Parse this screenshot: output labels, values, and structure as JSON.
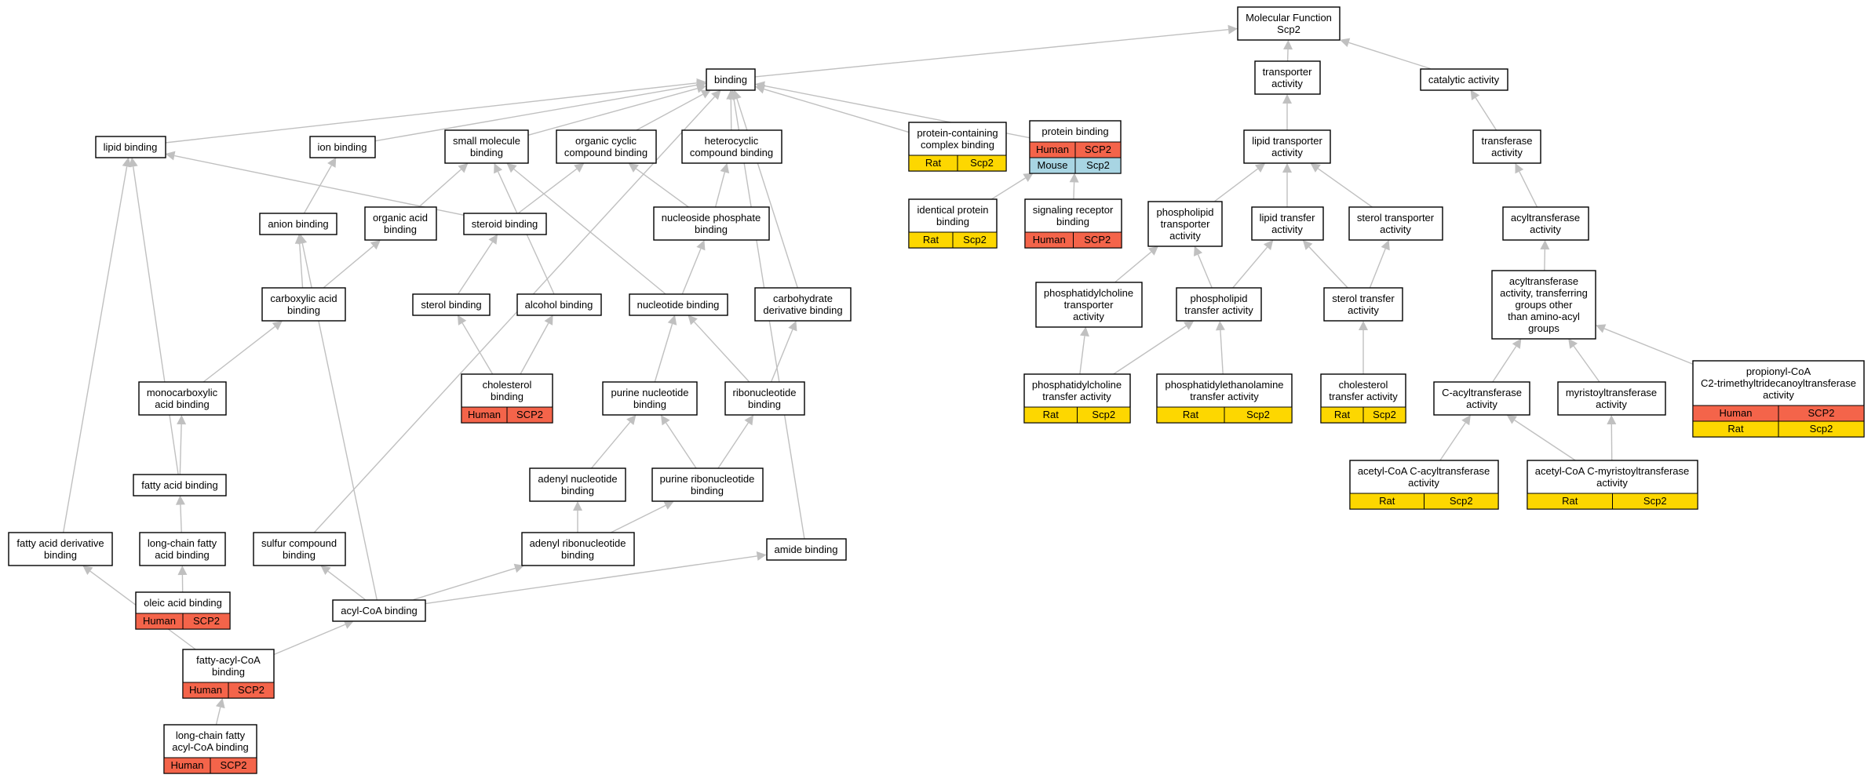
{
  "colors": {
    "Human": "#f4644a",
    "Rat": "#fdd700",
    "Mouse": "#a8d5e3",
    "edge": "#c0c0c0"
  },
  "nodes": {
    "mf": {
      "lines": [
        "Molecular Function",
        "Scp2"
      ]
    },
    "binding": {
      "lines": [
        "binding"
      ]
    },
    "transporter": {
      "lines": [
        "transporter",
        "activity"
      ]
    },
    "catalytic": {
      "lines": [
        "catalytic activity"
      ]
    },
    "lipid_binding": {
      "lines": [
        "lipid binding"
      ]
    },
    "ion_binding": {
      "lines": [
        "ion binding"
      ]
    },
    "small_mol": {
      "lines": [
        "small molecule",
        "binding"
      ]
    },
    "org_cyclic": {
      "lines": [
        "organic cyclic",
        "compound binding"
      ]
    },
    "hetero": {
      "lines": [
        "heterocyclic",
        "compound binding"
      ]
    },
    "prot_complex": {
      "lines": [
        "protein-containing",
        "complex binding"
      ],
      "rows": [
        [
          {
            "species": "Rat",
            "gene": "Scp2"
          }
        ]
      ]
    },
    "prot_binding": {
      "lines": [
        "protein binding"
      ],
      "rows": [
        [
          {
            "species": "Human",
            "gene": "SCP2"
          }
        ],
        [
          {
            "species": "Mouse",
            "gene": "Scp2"
          }
        ]
      ]
    },
    "lipid_transporter": {
      "lines": [
        "lipid transporter",
        "activity"
      ]
    },
    "transferase": {
      "lines": [
        "transferase",
        "activity"
      ]
    },
    "anion_binding": {
      "lines": [
        "anion binding"
      ]
    },
    "org_acid": {
      "lines": [
        "organic acid",
        "binding"
      ]
    },
    "steroid_binding": {
      "lines": [
        "steroid binding"
      ]
    },
    "nucleoside_phos": {
      "lines": [
        "nucleoside phosphate",
        "binding"
      ]
    },
    "identical_prot": {
      "lines": [
        "identical protein",
        "binding"
      ],
      "rows": [
        [
          {
            "species": "Rat",
            "gene": "Scp2"
          }
        ]
      ]
    },
    "signaling": {
      "lines": [
        "signaling receptor",
        "binding"
      ],
      "rows": [
        [
          {
            "species": "Human",
            "gene": "SCP2"
          }
        ]
      ]
    },
    "phospholipid_tr": {
      "lines": [
        "phospholipid",
        "transporter",
        "activity"
      ]
    },
    "lipid_transfer": {
      "lines": [
        "lipid transfer",
        "activity"
      ]
    },
    "sterol_transporter": {
      "lines": [
        "sterol transporter",
        "activity"
      ]
    },
    "acyltransferase": {
      "lines": [
        "acyltransferase",
        "activity"
      ]
    },
    "carboxylic": {
      "lines": [
        "carboxylic acid",
        "binding"
      ]
    },
    "sterol_binding": {
      "lines": [
        "sterol binding"
      ]
    },
    "alcohol_binding": {
      "lines": [
        "alcohol binding"
      ]
    },
    "nucleotide_binding": {
      "lines": [
        "nucleotide binding"
      ]
    },
    "carbohydrate": {
      "lines": [
        "carbohydrate",
        "derivative binding"
      ]
    },
    "pc_transporter": {
      "lines": [
        "phosphatidylcholine",
        "transporter",
        "activity"
      ]
    },
    "phospholipid_transfer": {
      "lines": [
        "phospholipid",
        "transfer activity"
      ]
    },
    "sterol_transfer": {
      "lines": [
        "sterol transfer",
        "activity"
      ]
    },
    "acyl_other": {
      "lines": [
        "acyltransferase",
        "activity, transferring",
        "groups other",
        "than amino-acyl",
        "groups"
      ]
    },
    "monocarboxylic": {
      "lines": [
        "monocarboxylic",
        "acid binding"
      ]
    },
    "cholesterol_binding": {
      "lines": [
        "cholesterol",
        "binding"
      ],
      "rows": [
        [
          {
            "species": "Human",
            "gene": "SCP2"
          }
        ]
      ]
    },
    "purine_nuc": {
      "lines": [
        "purine nucleotide",
        "binding"
      ]
    },
    "ribonucleotide": {
      "lines": [
        "ribonucleotide",
        "binding"
      ]
    },
    "pc_transfer": {
      "lines": [
        "phosphatidylcholine",
        "transfer activity"
      ],
      "rows": [
        [
          {
            "species": "Rat",
            "gene": "Scp2"
          }
        ]
      ]
    },
    "pe_transfer": {
      "lines": [
        "phosphatidylethanolamine",
        "transfer activity"
      ],
      "rows": [
        [
          {
            "species": "Rat",
            "gene": "Scp2"
          }
        ]
      ]
    },
    "cholesterol_transfer": {
      "lines": [
        "cholesterol",
        "transfer activity"
      ],
      "rows": [
        [
          {
            "species": "Rat",
            "gene": "Scp2"
          }
        ]
      ]
    },
    "c_acyl": {
      "lines": [
        "C-acyltransferase",
        "activity"
      ]
    },
    "myristoyl": {
      "lines": [
        "myristoyltransferase",
        "activity"
      ]
    },
    "propionyl": {
      "lines": [
        "propionyl-CoA",
        "C2-trimethyltridecanoyltransferase",
        "activity"
      ],
      "rows": [
        [
          {
            "species": "Human",
            "gene": "SCP2"
          }
        ],
        [
          {
            "species": "Rat",
            "gene": "Scp2"
          }
        ]
      ]
    },
    "fatty_acid_binding": {
      "lines": [
        "fatty acid binding"
      ]
    },
    "adenyl_nuc": {
      "lines": [
        "adenyl nucleotide",
        "binding"
      ]
    },
    "purine_ribo": {
      "lines": [
        "purine ribonucleotide",
        "binding"
      ]
    },
    "acetyl_c_acyl": {
      "lines": [
        "acetyl-CoA C-acyltransferase",
        "activity"
      ],
      "rows": [
        [
          {
            "species": "Rat",
            "gene": "Scp2"
          }
        ]
      ]
    },
    "acetyl_c_myr": {
      "lines": [
        "acetyl-CoA C-myristoyltransferase",
        "activity"
      ],
      "rows": [
        [
          {
            "species": "Rat",
            "gene": "Scp2"
          }
        ]
      ]
    },
    "fa_derivative": {
      "lines": [
        "fatty acid derivative",
        "binding"
      ]
    },
    "long_chain_fa": {
      "lines": [
        "long-chain fatty",
        "acid binding"
      ]
    },
    "sulfur": {
      "lines": [
        "sulfur compound",
        "binding"
      ]
    },
    "adenyl_ribo": {
      "lines": [
        "adenyl ribonucleotide",
        "binding"
      ]
    },
    "amide": {
      "lines": [
        "amide binding"
      ]
    },
    "oleic": {
      "lines": [
        "oleic acid binding"
      ],
      "rows": [
        [
          {
            "species": "Human",
            "gene": "SCP2"
          }
        ]
      ]
    },
    "acyl_coa": {
      "lines": [
        "acyl-CoA binding"
      ]
    },
    "fatty_acyl_coa": {
      "lines": [
        "fatty-acyl-CoA",
        "binding"
      ],
      "rows": [
        [
          {
            "species": "Human",
            "gene": "SCP2"
          }
        ]
      ]
    },
    "long_chain_acyl_coa": {
      "lines": [
        "long-chain fatty",
        "acyl-CoA binding"
      ],
      "rows": [
        [
          {
            "species": "Human",
            "gene": "SCP2"
          }
        ]
      ]
    }
  },
  "edges": [
    [
      "binding",
      "mf"
    ],
    [
      "transporter",
      "mf"
    ],
    [
      "catalytic",
      "mf"
    ],
    [
      "lipid_binding",
      "binding"
    ],
    [
      "ion_binding",
      "binding"
    ],
    [
      "small_mol",
      "binding"
    ],
    [
      "org_cyclic",
      "binding"
    ],
    [
      "hetero",
      "binding"
    ],
    [
      "prot_complex",
      "binding"
    ],
    [
      "prot_binding",
      "binding"
    ],
    [
      "carbohydrate",
      "binding"
    ],
    [
      "sulfur",
      "binding"
    ],
    [
      "amide",
      "binding"
    ],
    [
      "lipid_transporter",
      "transporter"
    ],
    [
      "transferase",
      "catalytic"
    ],
    [
      "anion_binding",
      "ion_binding"
    ],
    [
      "org_acid",
      "small_mol"
    ],
    [
      "steroid_binding",
      "lipid_binding"
    ],
    [
      "steroid_binding",
      "org_cyclic"
    ],
    [
      "nucleoside_phos",
      "org_cyclic"
    ],
    [
      "nucleoside_phos",
      "hetero"
    ],
    [
      "identical_prot",
      "prot_binding"
    ],
    [
      "signaling",
      "prot_binding"
    ],
    [
      "phospholipid_tr",
      "lipid_transporter"
    ],
    [
      "lipid_transfer",
      "lipid_transporter"
    ],
    [
      "sterol_transporter",
      "lipid_transporter"
    ],
    [
      "acyltransferase",
      "transferase"
    ],
    [
      "carboxylic",
      "anion_binding"
    ],
    [
      "carboxylic",
      "org_acid"
    ],
    [
      "sterol_binding",
      "steroid_binding"
    ],
    [
      "alcohol_binding",
      "small_mol"
    ],
    [
      "nucleotide_binding",
      "small_mol"
    ],
    [
      "nucleotide_binding",
      "nucleoside_phos"
    ],
    [
      "pc_transporter",
      "phospholipid_tr"
    ],
    [
      "phospholipid_transfer",
      "phospholipid_tr"
    ],
    [
      "phospholipid_transfer",
      "lipid_transfer"
    ],
    [
      "sterol_transfer",
      "lipid_transfer"
    ],
    [
      "sterol_transfer",
      "sterol_transporter"
    ],
    [
      "acyl_other",
      "acyltransferase"
    ],
    [
      "monocarboxylic",
      "carboxylic"
    ],
    [
      "cholesterol_binding",
      "sterol_binding"
    ],
    [
      "cholesterol_binding",
      "alcohol_binding"
    ],
    [
      "purine_nuc",
      "nucleotide_binding"
    ],
    [
      "ribonucleotide",
      "nucleotide_binding"
    ],
    [
      "ribonucleotide",
      "carbohydrate"
    ],
    [
      "pc_transfer",
      "pc_transporter"
    ],
    [
      "pc_transfer",
      "phospholipid_transfer"
    ],
    [
      "pe_transfer",
      "phospholipid_transfer"
    ],
    [
      "cholesterol_transfer",
      "sterol_transfer"
    ],
    [
      "c_acyl",
      "acyl_other"
    ],
    [
      "myristoyl",
      "acyl_other"
    ],
    [
      "propionyl",
      "acyl_other"
    ],
    [
      "fatty_acid_binding",
      "monocarboxylic"
    ],
    [
      "fatty_acid_binding",
      "lipid_binding"
    ],
    [
      "adenyl_nuc",
      "purine_nuc"
    ],
    [
      "purine_ribo",
      "purine_nuc"
    ],
    [
      "purine_ribo",
      "ribonucleotide"
    ],
    [
      "acetyl_c_acyl",
      "c_acyl"
    ],
    [
      "acetyl_c_myr",
      "c_acyl"
    ],
    [
      "acetyl_c_myr",
      "myristoyl"
    ],
    [
      "fa_derivative",
      "lipid_binding"
    ],
    [
      "long_chain_fa",
      "fatty_acid_binding"
    ],
    [
      "adenyl_ribo",
      "adenyl_nuc"
    ],
    [
      "adenyl_ribo",
      "purine_ribo"
    ],
    [
      "oleic",
      "long_chain_fa"
    ],
    [
      "acyl_coa",
      "sulfur"
    ],
    [
      "acyl_coa",
      "adenyl_ribo"
    ],
    [
      "acyl_coa",
      "amide"
    ],
    [
      "acyl_coa",
      "anion_binding"
    ],
    [
      "fatty_acyl_coa",
      "fa_derivative"
    ],
    [
      "fatty_acyl_coa",
      "acyl_coa"
    ],
    [
      "long_chain_acyl_coa",
      "fatty_acyl_coa"
    ]
  ]
}
